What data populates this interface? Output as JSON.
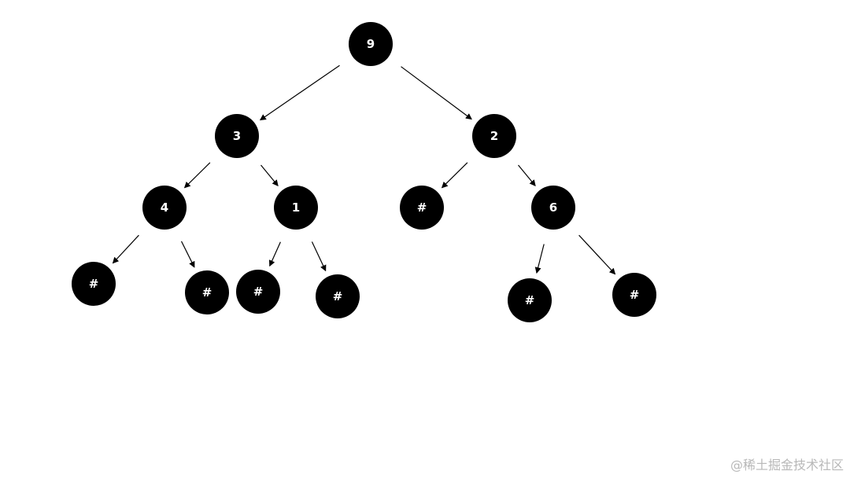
{
  "tree": {
    "nodes": [
      {
        "id": "root",
        "label": "9"
      },
      {
        "id": "n3",
        "label": "3"
      },
      {
        "id": "n2",
        "label": "2"
      },
      {
        "id": "n4",
        "label": "4"
      },
      {
        "id": "n1",
        "label": "1"
      },
      {
        "id": "n2-left",
        "label": "#"
      },
      {
        "id": "n6",
        "label": "6"
      },
      {
        "id": "n4-left",
        "label": "#"
      },
      {
        "id": "n4-right",
        "label": "#"
      },
      {
        "id": "n1-left",
        "label": "#"
      },
      {
        "id": "n1-right",
        "label": "#"
      },
      {
        "id": "n6-left",
        "label": "#"
      },
      {
        "id": "n6-right",
        "label": "#"
      }
    ],
    "edges": [
      {
        "from": "root",
        "to": "n3"
      },
      {
        "from": "root",
        "to": "n2"
      },
      {
        "from": "n3",
        "to": "n4"
      },
      {
        "from": "n3",
        "to": "n1"
      },
      {
        "from": "n2",
        "to": "n2-left"
      },
      {
        "from": "n2",
        "to": "n6"
      },
      {
        "from": "n4",
        "to": "n4-left"
      },
      {
        "from": "n4",
        "to": "n4-right"
      },
      {
        "from": "n1",
        "to": "n1-left"
      },
      {
        "from": "n1",
        "to": "n1-right"
      },
      {
        "from": "n6",
        "to": "n6-left"
      },
      {
        "from": "n6",
        "to": "n6-right"
      }
    ]
  },
  "colors": {
    "node_fill": "#000000",
    "node_text": "#ffffff",
    "arrow": "#000000",
    "watermark": "#b8b8b8"
  },
  "watermark": "@稀土掘金技术社区"
}
